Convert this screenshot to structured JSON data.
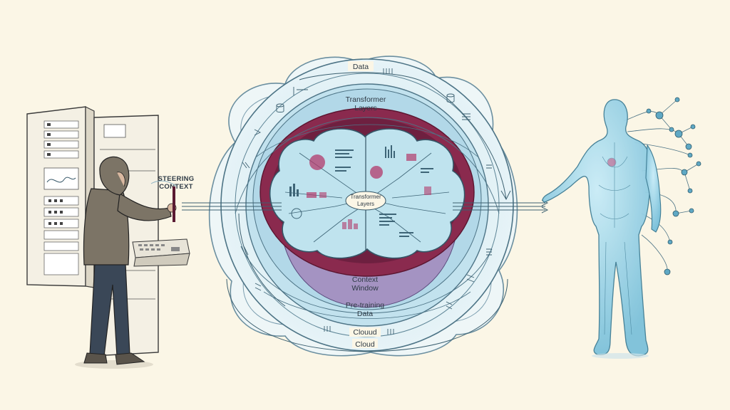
{
  "labels": {
    "data": "Data",
    "transformer_layers_outer": [
      "Transformer",
      "Layers"
    ],
    "transformer_layers_center": [
      "Transformer",
      "Layers"
    ],
    "steering_context": [
      "STEERING",
      "CONTEXT"
    ],
    "context_window": [
      "Context",
      "Window"
    ],
    "pretraining_data": [
      "Pre-training",
      "Data"
    ],
    "clouud": "Clouud",
    "cloud": "Cloud"
  },
  "colors": {
    "background": "#fbf6e6",
    "ring_outer": "#d9edf3",
    "ring_mid": "#b8dcea",
    "ring_inner": "#9fcde0",
    "maroon": "#8a2a4e",
    "violet": "#a493c2",
    "brain": "#bfe3ee",
    "stroke": "#355667",
    "humanoid": "#8fd0e6"
  }
}
